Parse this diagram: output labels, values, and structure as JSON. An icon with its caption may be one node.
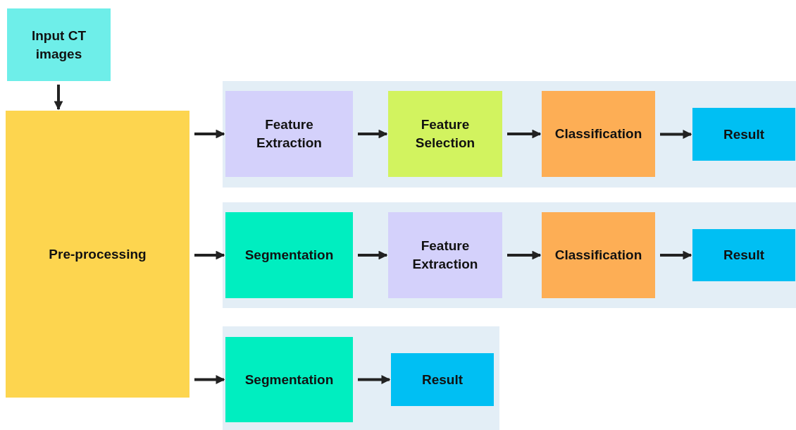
{
  "diagram": {
    "nodes": [
      {
        "text": [
          "Input CT images"
        ]
      },
      {
        "text": [
          "Pre-processing"
        ]
      },
      {
        "text": [],
        "shape": "box"
      },
      {
        "text": [
          "Feature Extraction"
        ],
        "in": 2
      },
      {
        "text": [
          "Feature Selection"
        ],
        "in": 2
      },
      {
        "text": [
          "Classification"
        ],
        "in": 2
      },
      {
        "text": [
          "Result"
        ],
        "in": 2
      },
      {
        "text": [],
        "shape": "box"
      },
      {
        "text": [
          "Segmentation"
        ],
        "in": 7
      },
      {
        "text": [
          "Feature Extraction"
        ],
        "in": 7
      },
      {
        "text": [
          "Classification"
        ],
        "in": 7
      },
      {
        "text": [
          "Result"
        ],
        "in": 7
      },
      {
        "text": [],
        "shape": "box"
      },
      {
        "text": [
          "Segmentation"
        ],
        "in": 12
      },
      {
        "text": [
          "Result"
        ],
        "in": 12
      }
    ],
    "edges": [
      {
        "from": 0,
        "to": 1,
        "arrow": "to"
      },
      {
        "from": 1,
        "to": 3,
        "arrow": "to"
      },
      {
        "from": 3,
        "to": 4,
        "arrow": "to"
      },
      {
        "from": 4,
        "to": 5,
        "arrow": "to"
      },
      {
        "from": 5,
        "to": 6,
        "arrow": "to"
      },
      {
        "from": 1,
        "to": 8,
        "arrow": "to"
      },
      {
        "from": 8,
        "to": 9,
        "arrow": "to"
      },
      {
        "from": 9,
        "to": 10,
        "arrow": "to"
      },
      {
        "from": 10,
        "to": 11,
        "arrow": "to"
      },
      {
        "from": 1,
        "to": 13,
        "arrow": "to"
      },
      {
        "from": 13,
        "to": 14,
        "arrow": "to"
      }
    ]
  }
}
